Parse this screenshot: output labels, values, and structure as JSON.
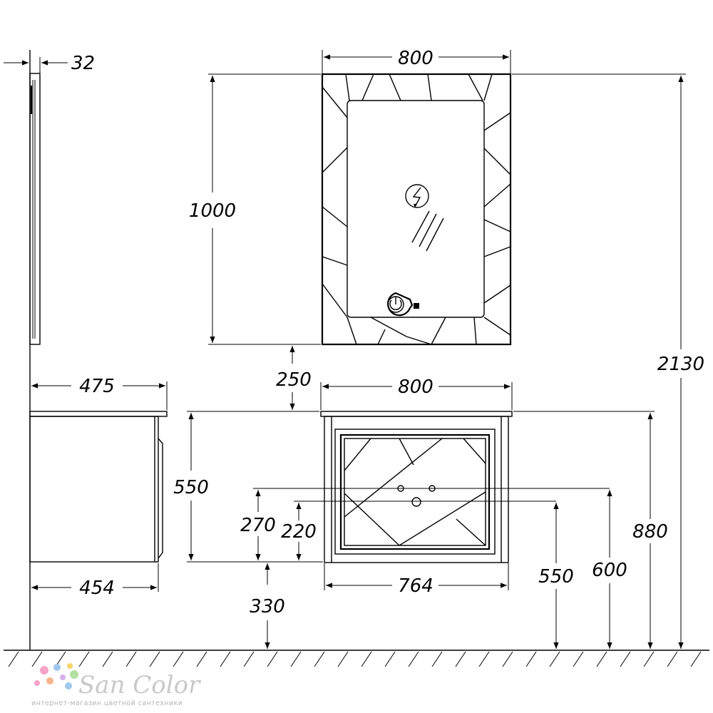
{
  "dimensions": {
    "mirror_depth": "32",
    "mirror_width": "800",
    "mirror_height": "1000",
    "total_height": "2130",
    "gap_mirror_cabinet": "250",
    "top_width": "800",
    "side_depth_top": "475",
    "cabinet_height": "550",
    "drain_height_upper": "270",
    "drain_height_lower": "220",
    "cabinet_total_height": "880",
    "inlet_height": "600",
    "drain_floor_height": "550",
    "body_depth": "454",
    "body_width": "764",
    "floor_clearance": "330"
  },
  "branding": {
    "logo_text": "San Color",
    "tagline": "интернет-магазин цветной сантехники",
    "dot_colors": [
      "#f4a3c9",
      "#9fc7ee",
      "#f6d36b",
      "#b4e0a4",
      "#d6b0ec",
      "#f7b48b"
    ]
  },
  "icons": [
    "lightning-icon",
    "power-icon",
    "glass-reflection-icon"
  ]
}
